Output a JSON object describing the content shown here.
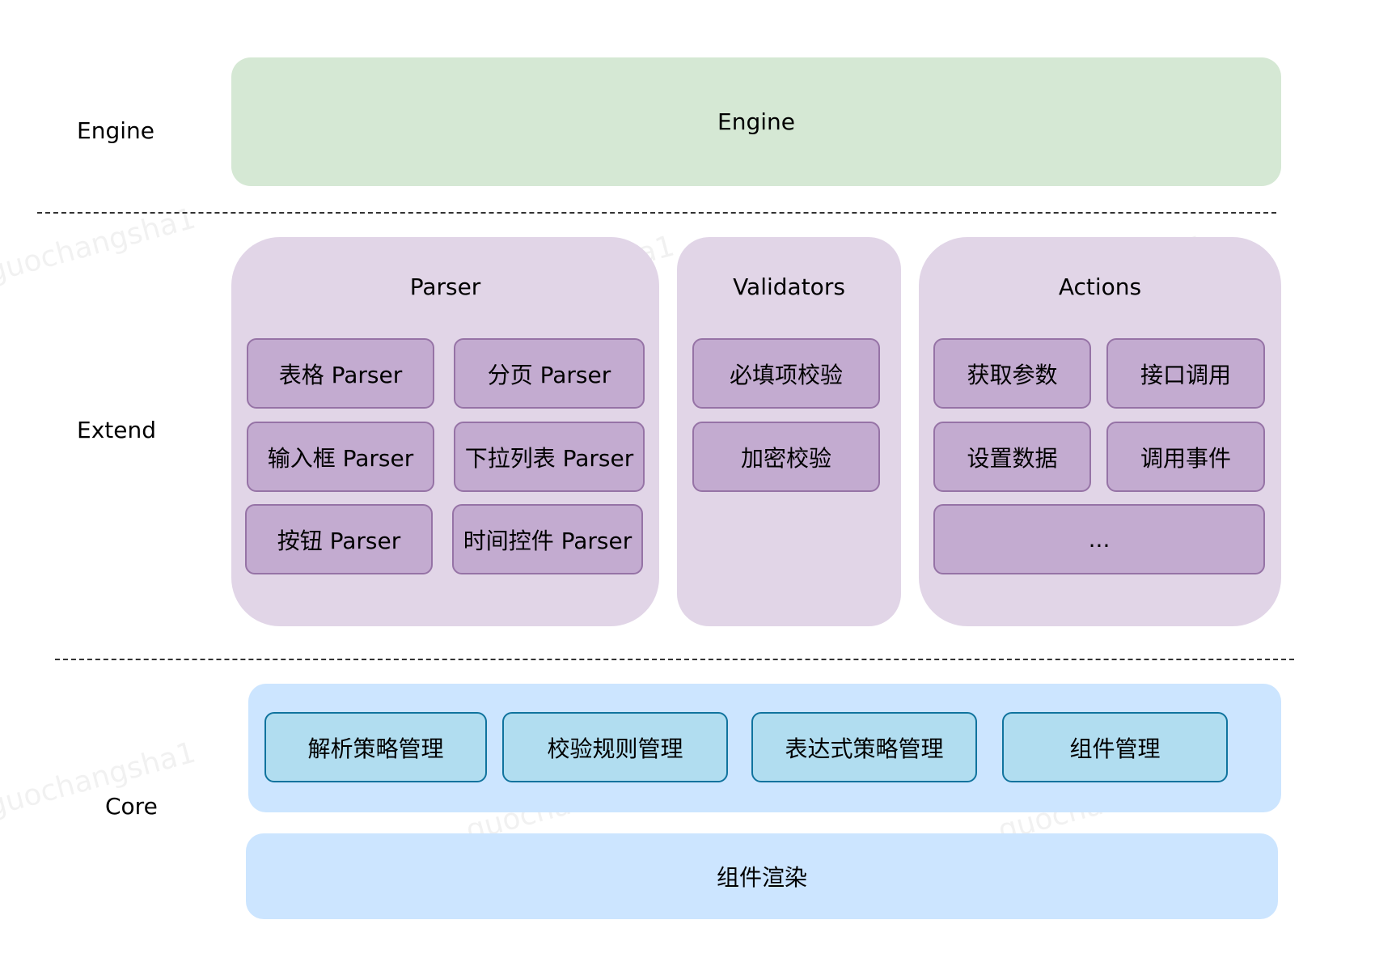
{
  "layers": {
    "engine_label": "Engine",
    "extend_label": "Extend",
    "core_label": "Core"
  },
  "engine": {
    "box_label": "Engine"
  },
  "extend": {
    "parser": {
      "title": "Parser",
      "items": [
        "表格 Parser",
        "分页 Parser",
        "输入框 Parser",
        "下拉列表 Parser",
        "按钮 Parser",
        "时间控件 Parser"
      ]
    },
    "validators": {
      "title": "Validators",
      "items": [
        "必填项校验",
        "加密校验"
      ]
    },
    "actions": {
      "title": "Actions",
      "items": [
        "获取参数",
        "接口调用",
        "设置数据",
        "调用事件",
        "..."
      ]
    }
  },
  "core": {
    "items": [
      "解析策略管理",
      "校验规则管理",
      "表达式策略管理",
      "组件管理"
    ],
    "render_label": "组件渲染"
  },
  "watermark": "guochangsha1",
  "colors": {
    "engine_fill": "#d5e8d4",
    "extend_fill": "#e1d5e7",
    "extend_item_fill": "#c3abd0",
    "extend_item_border": "#9673a6",
    "core_fill": "#cce5ff",
    "core_item_fill": "#b1ddf0",
    "core_item_border": "#10739e"
  }
}
